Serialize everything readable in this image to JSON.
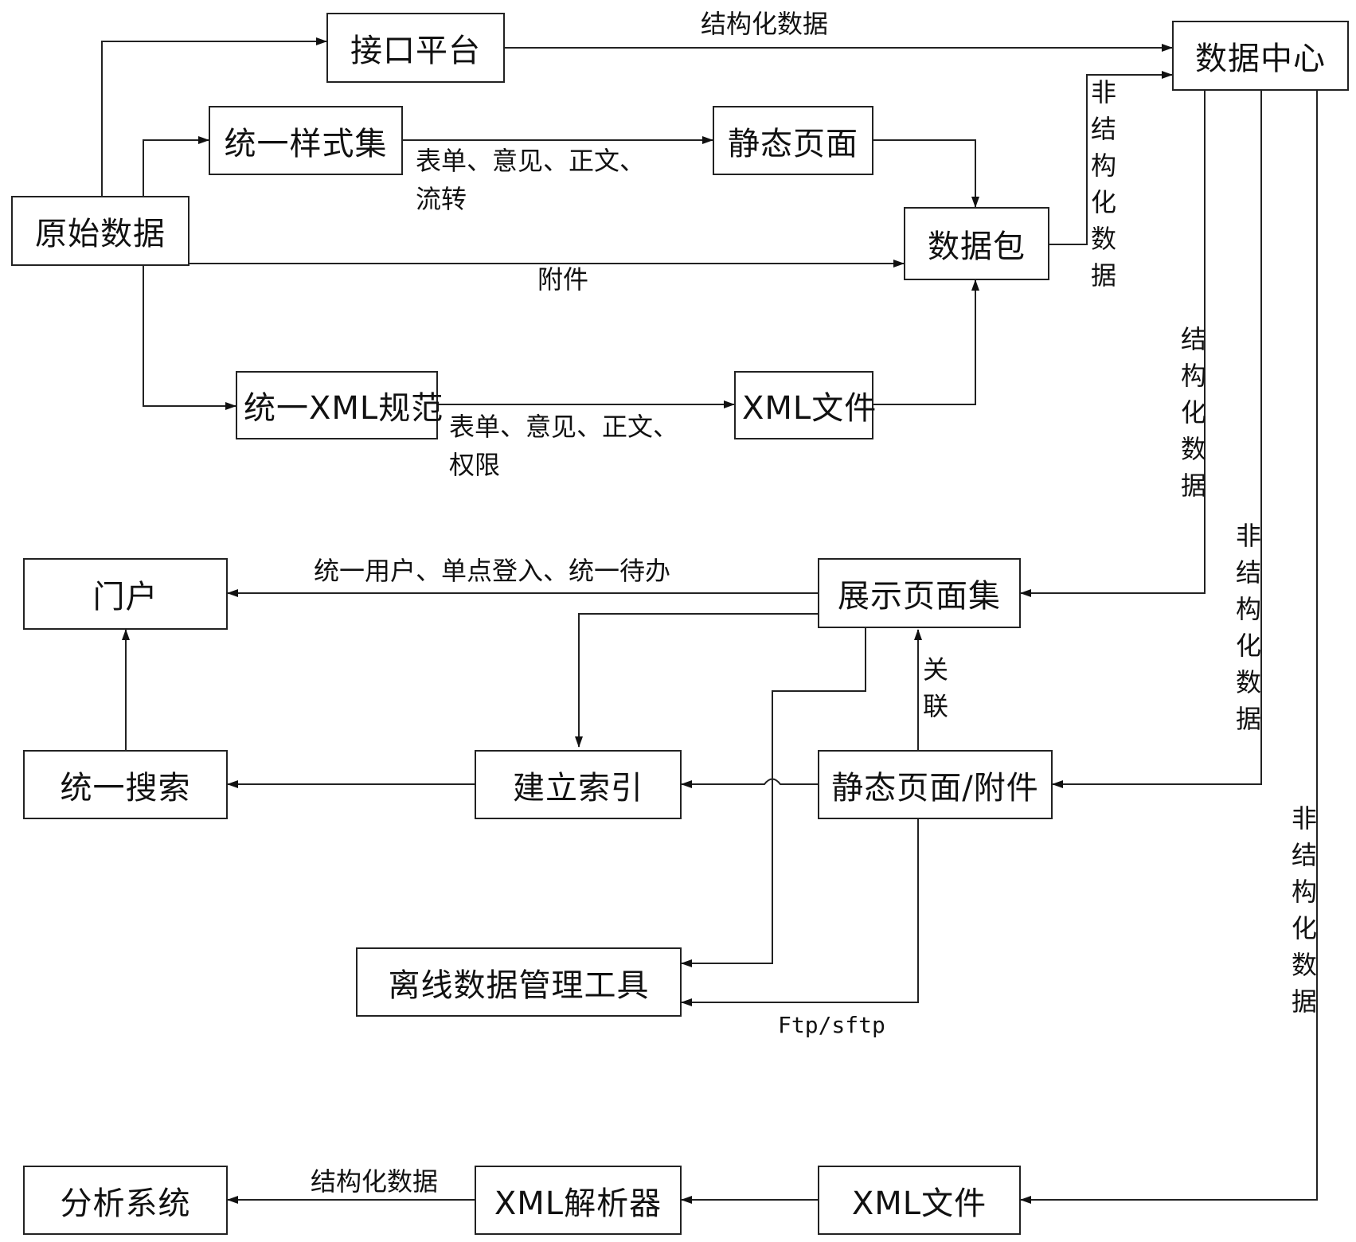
{
  "nodes": {
    "interface_platform": "接口平台",
    "data_center": "数据中心",
    "unified_style_set": "统一样式集",
    "static_page": "静态页面",
    "raw_data": "原始数据",
    "data_package": "数据包",
    "unified_xml_spec": "统一XML规范",
    "xml_file_top": "XML文件",
    "portal": "门户",
    "display_page_set": "展示页面集",
    "unified_search": "统一搜索",
    "build_index": "建立索引",
    "static_page_attachment": "静态页面/附件",
    "offline_tool": "离线数据管理工具",
    "analysis_system": "分析系统",
    "xml_parser": "XML解析器",
    "xml_file_bottom": "XML文件"
  },
  "edge_labels": {
    "structured_top": "结构化数据",
    "forms_style": "表单、意见、正文、\n流转",
    "attachment": "附件",
    "unstructured_pkg": "非\n结\n构\n化\n数\n据",
    "forms_xml": "表单、意见、正文、\n权限",
    "structured_right": "结\n构\n化\n数\n据",
    "portal_services": "统一用户、单点登入、统一待办",
    "unstructured_mid": "非\n结\n构\n化\n数\n据",
    "relate": "关\n联",
    "ftp": "Ftp/sftp",
    "unstructured_bottom": "非\n结\n构\n化\n数\n据",
    "structured_bottom": "结构化数据"
  }
}
